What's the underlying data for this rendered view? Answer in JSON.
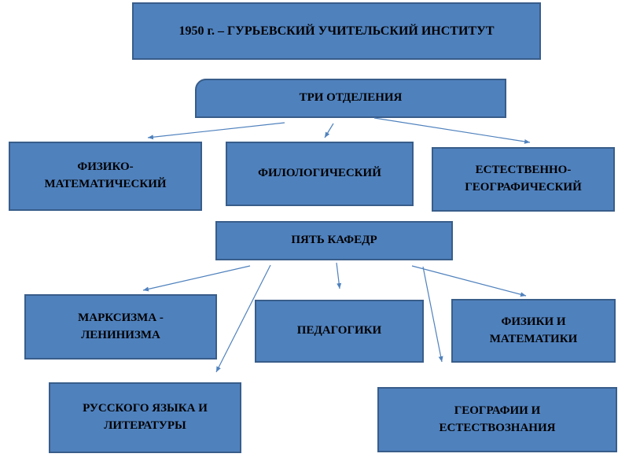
{
  "title": "1950 г. – ГУРЬЕВСКИЙ УЧИТЕЛЬСКИЙ ИНСТИТУТ",
  "departments": {
    "heading": "ТРИ  ОТДЕЛЕНИЯ",
    "items": [
      "ФИЗИКО-\nМАТЕМАТИЧЕСКИЙ",
      "ФИЛОЛОГИЧЕСКИЙ",
      "ЕСТЕСТВЕННО-\nГЕОГРАФИЧЕСКИЙ"
    ]
  },
  "chairs": {
    "heading": "ПЯТЬ КАФЕДР",
    "items": [
      "МАРКСИЗМА -\nЛЕНИНИЗМА",
      "ПЕДАГОГИКИ",
      "ФИЗИКИ И\nМАТЕМАТИКИ",
      "РУССКОГО ЯЗЫКА И\nЛИТЕРАТУРЫ",
      "ГЕОГРАФИИ И\nЕСТЕСТВОЗНАНИЯ"
    ]
  },
  "colors": {
    "box_fill": "#4f81bd",
    "box_border": "#385d8a",
    "arrow": "#4f81bd"
  }
}
